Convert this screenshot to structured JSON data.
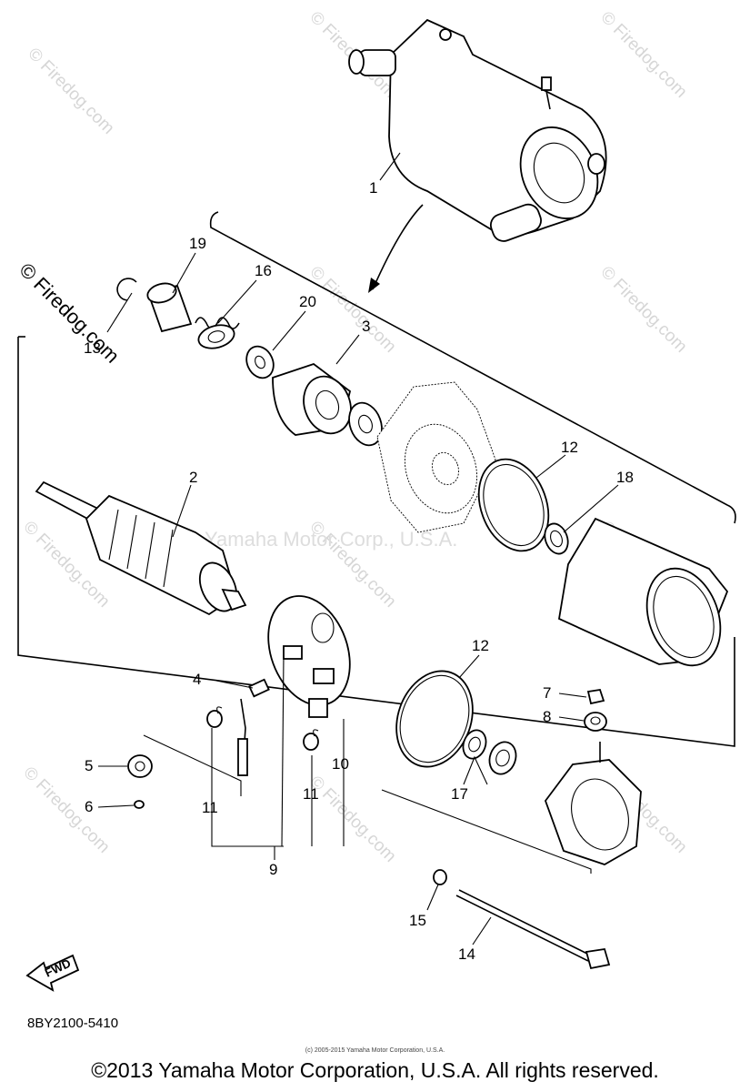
{
  "diagram": {
    "callouts": [
      "1",
      "19",
      "16",
      "20",
      "3",
      "13",
      "12",
      "18",
      "2",
      "4",
      "12",
      "7",
      "8",
      "5",
      "6",
      "11",
      "11",
      "10",
      "17",
      "9",
      "15",
      "14"
    ],
    "fwd_label": "FWD",
    "part_code": "8BY2100-5410",
    "watermark_brand": "© Firedog.com",
    "watermark_center": "Yamaha Motor Corp., U.S.A.",
    "small_notice": "(c) 2005-2015 Yamaha Motor Corporation, U.S.A.",
    "copyright": "©2013 Yamaha Motor Corporation, U.S.A. All rights reserved."
  }
}
